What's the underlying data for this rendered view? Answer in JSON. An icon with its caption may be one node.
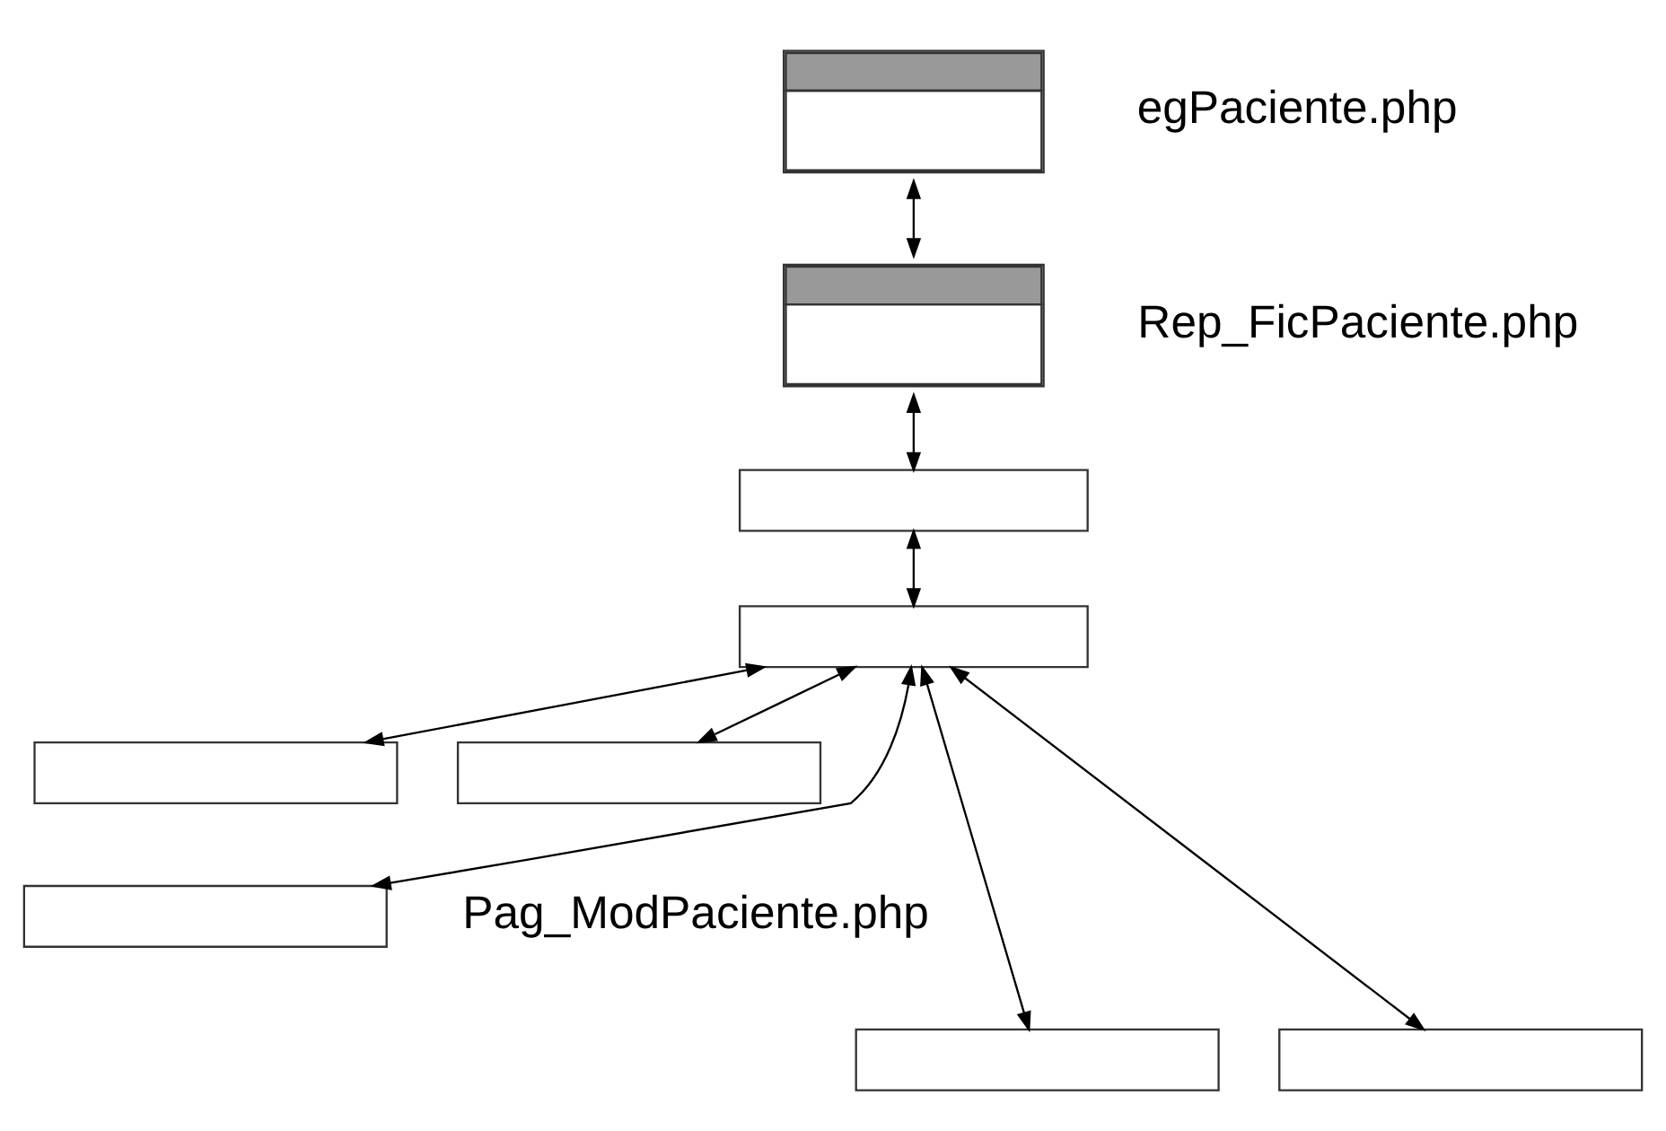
{
  "diagram": {
    "nodes": [
      {
        "text": [],
        "shape": "box"
      },
      {
        "text": [],
        "shape": "box"
      },
      {
        "text": [],
        "shape": "box"
      },
      {
        "text": [],
        "shape": "box"
      },
      {
        "text": [],
        "shape": "box"
      },
      {
        "text": [],
        "shape": "box"
      },
      {
        "text": [],
        "shape": "box"
      },
      {
        "text": [],
        "shape": "box"
      },
      {
        "text": [],
        "shape": "box"
      }
    ],
    "edges": [
      {
        "from": 0,
        "to": 1,
        "arrow": "both"
      },
      {
        "from": 1,
        "to": 2,
        "arrow": "both"
      },
      {
        "from": 2,
        "to": 3,
        "arrow": "both"
      },
      {
        "from": 3,
        "to": 4,
        "arrow": "both"
      },
      {
        "from": 3,
        "to": 5,
        "arrow": "both"
      },
      {
        "from": 3,
        "to": 6,
        "arrow": "both"
      },
      {
        "from": 3,
        "to": 7,
        "arrow": "both"
      },
      {
        "from": 3,
        "to": 8,
        "arrow": "both"
      }
    ],
    "labels": [
      "egPaciente.php",
      "Rep_FicPaciente.php",
      "Pag_ModPaciente.php"
    ]
  }
}
